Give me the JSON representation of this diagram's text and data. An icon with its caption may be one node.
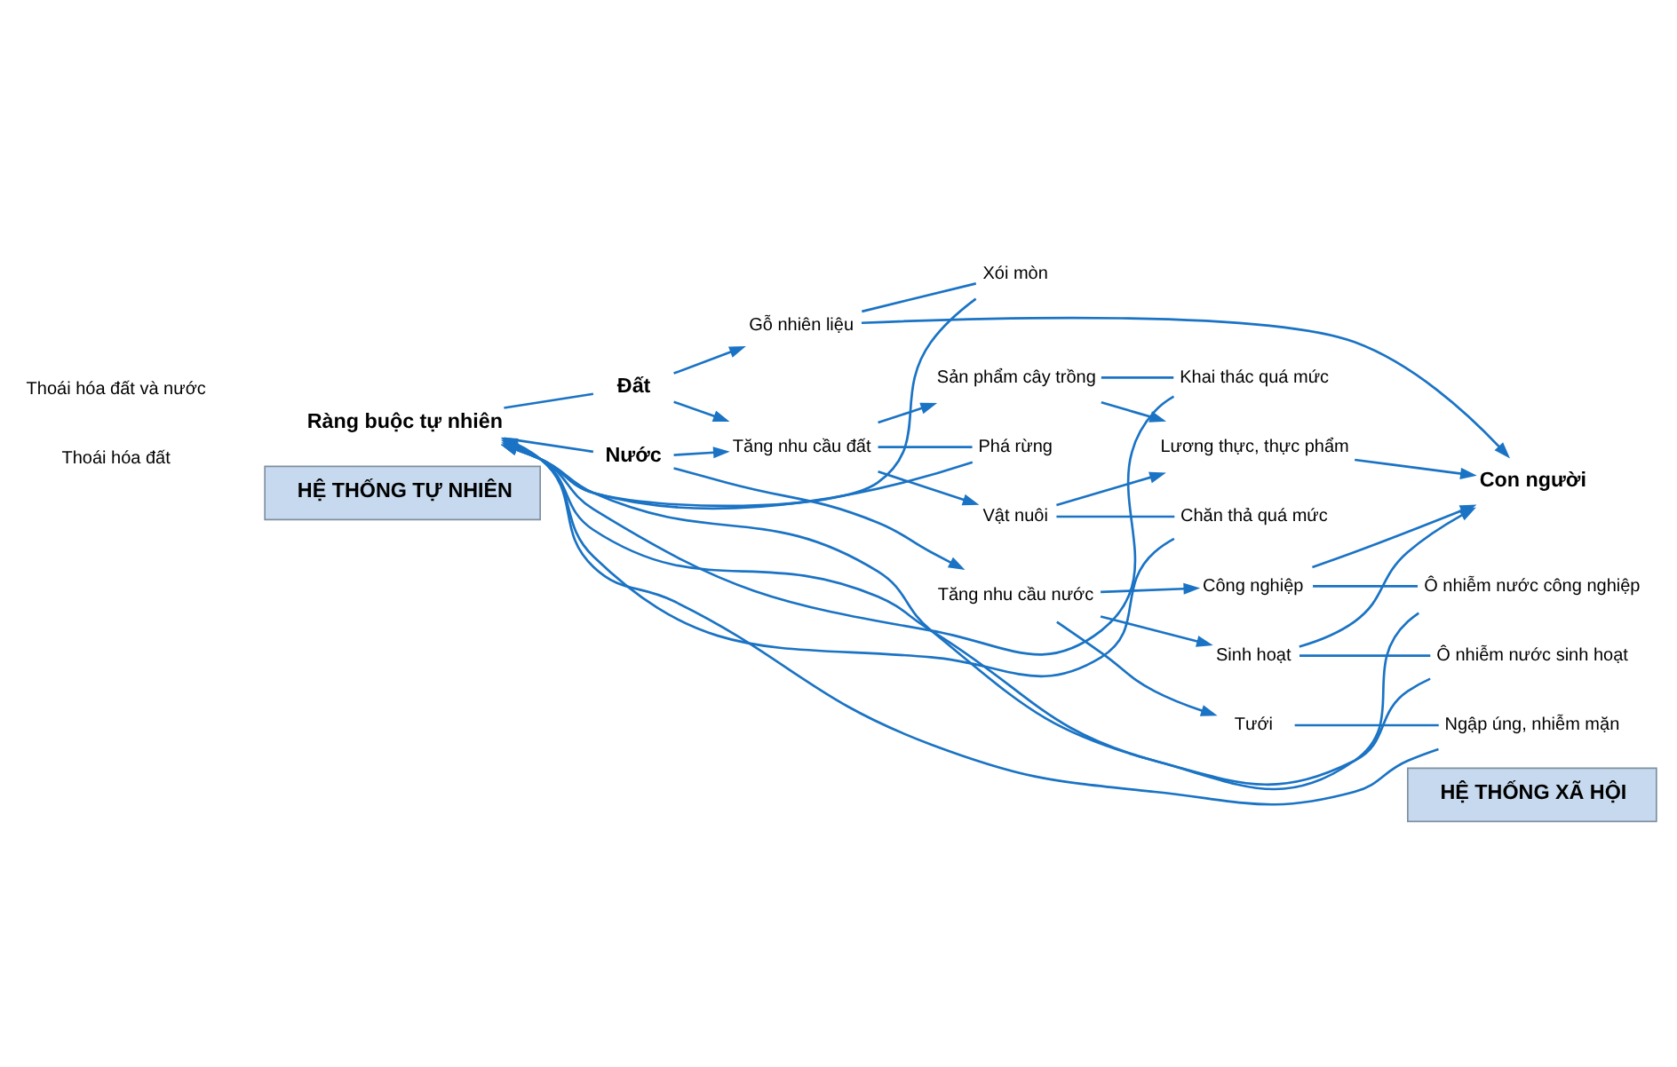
{
  "diagram": {
    "nodes": [
      {
        "text": [
          "HỆ THỐNG TỰ NHIÊN"
        ]
      },
      {
        "text": [
          "HỆ THỐNG XÃ HỘI"
        ]
      },
      {
        "text": [
          "Ràng buộc tự nhiên"
        ]
      },
      {
        "text": [
          "Nước"
        ]
      },
      {
        "text": [
          "Đất"
        ]
      },
      {
        "text": [
          "Tăng nhu cầu nước"
        ]
      },
      {
        "text": [
          "Tăng nhu cầu đất"
        ]
      },
      {
        "text": [
          "Tưới"
        ]
      },
      {
        "text": [
          "Công nghiệp"
        ]
      },
      {
        "text": [
          "Sinh hoạt"
        ]
      },
      {
        "text": [
          "Sản phẩm cây trồng"
        ]
      },
      {
        "text": [
          "Lương thực, thực phẩm"
        ]
      },
      {
        "text": [
          "Vật nuôi"
        ]
      },
      {
        "text": [
          "Gỗ nhiên liệu"
        ]
      },
      {
        "text": [
          "Con người"
        ]
      },
      {
        "text": [
          "Ô nhiễm nước sinh hoạt"
        ]
      },
      {
        "text": [
          "Ô nhiễm nước công nghiệp"
        ]
      },
      {
        "text": [
          "Ngập úng, nhiễm mặn"
        ]
      },
      {
        "text": [
          "Phá rừng"
        ]
      },
      {
        "text": [
          "Khai thác quá mức"
        ]
      },
      {
        "text": [
          "Chăn thả quá mức"
        ]
      },
      {
        "text": [
          "Xói mòn"
        ]
      }
    ],
    "edges": [
      {
        "from": 2,
        "to": 3,
        "arrow": "none"
      },
      {
        "from": 2,
        "to": 4,
        "arrow": "none"
      },
      {
        "from": 3,
        "to": 5,
        "arrow": "to"
      },
      {
        "from": 3,
        "to": 6,
        "arrow": "to"
      },
      {
        "from": 4,
        "to": 6,
        "arrow": "to"
      },
      {
        "from": 4,
        "to": 13,
        "arrow": "to"
      },
      {
        "from": 5,
        "to": 7,
        "arrow": "to"
      },
      {
        "from": 5,
        "to": 8,
        "arrow": "to"
      },
      {
        "from": 5,
        "to": 9,
        "arrow": "to"
      },
      {
        "from": 6,
        "to": 10,
        "arrow": "to"
      },
      {
        "from": 6,
        "to": 12,
        "arrow": "to"
      },
      {
        "from": 10,
        "to": 11,
        "arrow": "to"
      },
      {
        "from": 12,
        "to": 11,
        "arrow": "to"
      },
      {
        "from": 9,
        "to": 14,
        "arrow": "to"
      },
      {
        "from": 8,
        "to": 14,
        "arrow": "to"
      },
      {
        "from": 11,
        "to": 14,
        "arrow": "to"
      },
      {
        "from": 13,
        "to": 14,
        "arrow": "to"
      },
      {
        "from": 9,
        "to": 15,
        "arrow": "none"
      },
      {
        "from": 8,
        "to": 16,
        "arrow": "none"
      },
      {
        "from": 7,
        "to": 17,
        "arrow": "none"
      },
      {
        "from": 6,
        "to": 18,
        "arrow": "none"
      },
      {
        "from": 10,
        "to": 19,
        "arrow": "none"
      },
      {
        "from": 12,
        "to": 20,
        "arrow": "none"
      },
      {
        "from": 13,
        "to": 21,
        "arrow": "none"
      },
      {
        "from": 15,
        "to": 2,
        "arrow": "to"
      },
      {
        "from": 16,
        "to": 2,
        "arrow": "to"
      },
      {
        "from": 17,
        "to": 2,
        "arrow": "to"
      },
      {
        "from": 18,
        "to": 2,
        "arrow": "to"
      },
      {
        "from": 19,
        "to": 2,
        "arrow": "to"
      },
      {
        "from": 20,
        "to": 2,
        "arrow": "to"
      },
      {
        "from": 21,
        "to": 2,
        "arrow": "to"
      }
    ],
    "labels": [
      "Thoái hóa đất và nước",
      "Thoái hóa đất"
    ]
  }
}
